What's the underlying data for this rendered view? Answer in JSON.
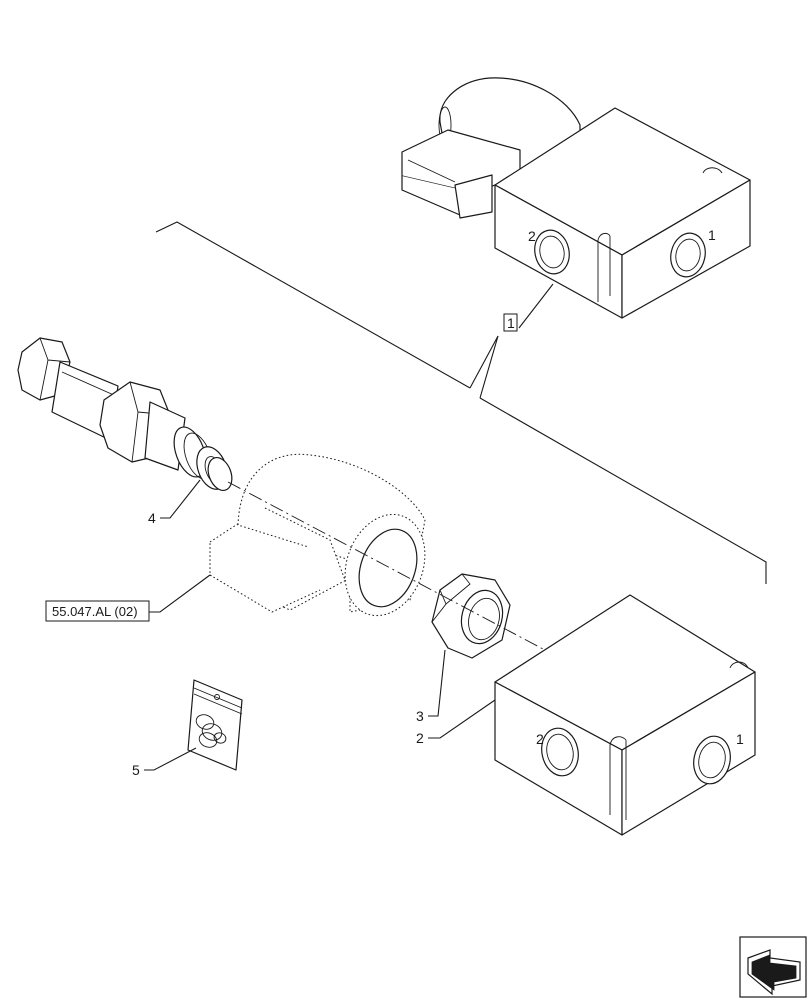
{
  "callouts": {
    "item_1": "1",
    "item_2": "2",
    "item_3": "3",
    "item_4": "4",
    "item_5": "5"
  },
  "reference": {
    "label": "55.047.AL (02)"
  },
  "icons": {
    "navigation": "back-arrow-icon"
  },
  "colors": {
    "line": "#1a1a1a",
    "background": "#ffffff"
  }
}
